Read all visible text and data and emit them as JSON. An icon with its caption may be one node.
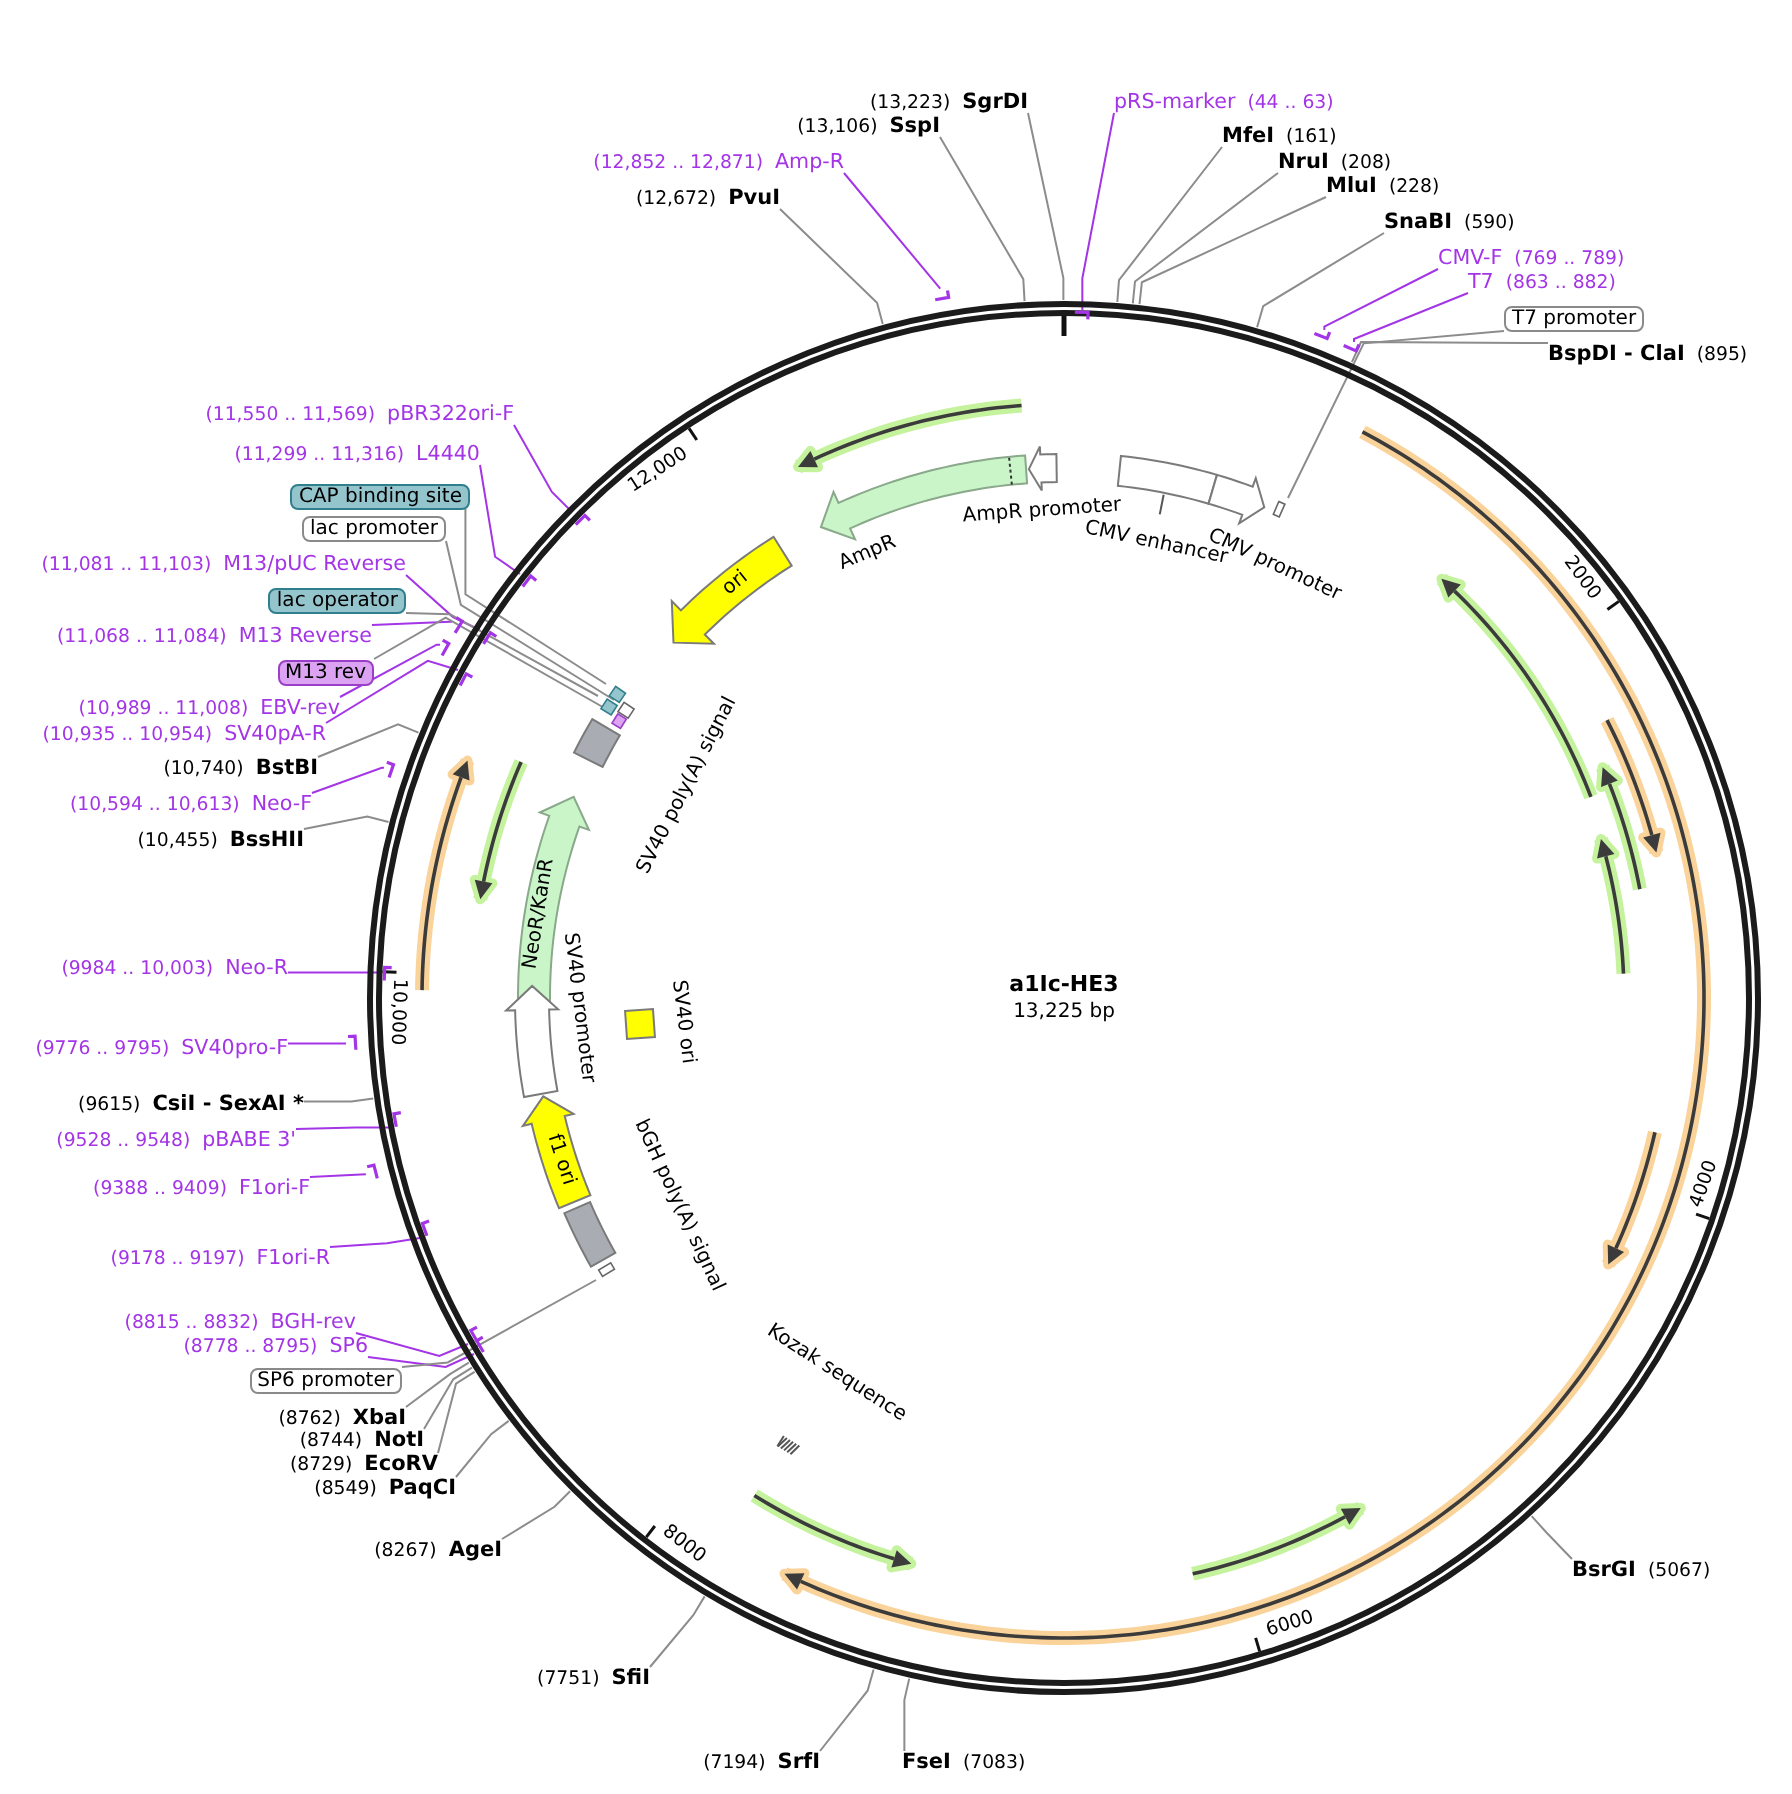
{
  "diagram": {
    "nodes": [
      {
        "text": [
          "a1Ic-HE3",
          "13,225 bp"
        ]
      },
      {
        "text": [
          "SgrDI"
        ],
        "beside": [
          "(13,223)"
        ]
      },
      {
        "text": [
          "pRS-marker"
        ],
        "beside": [
          "(44 .. 63)"
        ]
      },
      {
        "text": [
          "SspI"
        ],
        "beside": [
          "(13,106)"
        ]
      },
      {
        "text": [
          "MfeI"
        ],
        "beside": [
          "(161)"
        ]
      },
      {
        "text": [
          "Amp-R"
        ],
        "beside": [
          "(12,852 .. 12,871)"
        ]
      },
      {
        "text": [
          "NruI"
        ],
        "beside": [
          "(208)"
        ]
      },
      {
        "text": [
          "MluI"
        ],
        "beside": [
          "(228)"
        ]
      },
      {
        "text": [
          "PvuI"
        ],
        "beside": [
          "(12,672)"
        ]
      },
      {
        "text": [
          "SnaBI"
        ],
        "beside": [
          "(590)"
        ]
      },
      {
        "text": [
          "CMV-F"
        ],
        "beside": [
          "(769 .. 789)"
        ]
      },
      {
        "text": [
          "T7"
        ],
        "beside": [
          "(863 .. 882)"
        ]
      },
      {
        "text": [
          "T7 promoter"
        ]
      },
      {
        "text": [
          "BspDI - ClaI"
        ],
        "beside": [
          "(895)"
        ]
      },
      {
        "text": [
          "pBR322ori-F"
        ],
        "beside": [
          "(11,550 .. 11,569)"
        ]
      },
      {
        "text": [
          "L4440"
        ],
        "beside": [
          "(11,299 .. 11,316)"
        ]
      },
      {
        "text": [
          "CAP binding site"
        ]
      },
      {
        "text": [
          "lac promoter"
        ]
      },
      {
        "text": [
          "M13/pUC Reverse"
        ],
        "beside": [
          "(11,081 .. 11,103)"
        ]
      },
      {
        "text": [
          "lac operator"
        ]
      },
      {
        "text": [
          "M13 Reverse"
        ],
        "beside": [
          "(11,068 .. 11,084)"
        ]
      },
      {
        "text": [
          "M13 rev"
        ]
      },
      {
        "text": [
          "EBV-rev"
        ],
        "beside": [
          "(10,989 .. 11,008)"
        ]
      },
      {
        "text": [
          "SV40pA-R"
        ],
        "beside": [
          "(10,935 .. 10,954)"
        ]
      },
      {
        "text": [
          "BstBI"
        ],
        "beside": [
          "(10,740)"
        ]
      },
      {
        "text": [
          "Neo-F"
        ],
        "beside": [
          "(10,594 .. 10,613)"
        ]
      },
      {
        "text": [
          "BssHII"
        ],
        "beside": [
          "(10,455)"
        ]
      },
      {
        "text": [
          "Neo-R"
        ],
        "beside": [
          "(9984 .. 10,003)"
        ]
      },
      {
        "text": [
          "SV40pro-F"
        ],
        "beside": [
          "(9776 .. 9795)"
        ]
      },
      {
        "text": [
          "CsiI - SexAI *"
        ],
        "beside": [
          "(9615)"
        ]
      },
      {
        "text": [
          "pBABE 3'"
        ],
        "beside": [
          "(9528 .. 9548)"
        ]
      },
      {
        "text": [
          "F1ori-F"
        ],
        "beside": [
          "(9388 .. 9409)"
        ]
      },
      {
        "text": [
          "F1ori-R"
        ],
        "beside": [
          "(9178 .. 9197)"
        ]
      },
      {
        "text": [
          "BGH-rev"
        ],
        "beside": [
          "(8815 .. 8832)"
        ]
      },
      {
        "text": [
          "SP6"
        ],
        "beside": [
          "(8778 .. 8795)"
        ]
      },
      {
        "text": [
          "SP6 promoter"
        ]
      },
      {
        "text": [
          "XbaI"
        ],
        "beside": [
          "(8762)"
        ]
      },
      {
        "text": [
          "NotI"
        ],
        "beside": [
          "(8744)"
        ]
      },
      {
        "text": [
          "EcoRV"
        ],
        "beside": [
          "(8729)"
        ]
      },
      {
        "text": [
          "PaqCI"
        ],
        "beside": [
          "(8549)"
        ]
      },
      {
        "text": [
          "AgeI"
        ],
        "beside": [
          "(8267)"
        ]
      },
      {
        "text": [
          "BsrGI"
        ],
        "beside": [
          "(5067)"
        ]
      },
      {
        "text": [
          "SfiI"
        ],
        "beside": [
          "(7751)"
        ]
      },
      {
        "text": [
          "SrfI"
        ],
        "beside": [
          "(7194)"
        ]
      },
      {
        "text": [
          "FseI"
        ],
        "beside": [
          "(7083)"
        ]
      },
      {
        "text": [
          "AmpR promoter"
        ],
        "in": 0
      },
      {
        "text": [
          "CMV enhancer"
        ],
        "in": 0
      },
      {
        "text": [
          "AmpR"
        ],
        "in": 0
      },
      {
        "text": [
          "CMV promoter"
        ],
        "in": 0
      },
      {
        "text": [
          "ori"
        ],
        "in": 0
      },
      {
        "text": [
          "SV40 poly(A) signal"
        ],
        "in": 0
      },
      {
        "text": [
          "NeoR/KanR"
        ],
        "in": 0
      },
      {
        "text": [
          "SV40 promoter"
        ],
        "in": 0
      },
      {
        "text": [
          "SV40 ori"
        ],
        "in": 0
      },
      {
        "text": [
          "f1 ori"
        ],
        "in": 0
      },
      {
        "text": [
          "bGH poly(A) signal"
        ],
        "in": 0
      },
      {
        "text": [
          "Kozak sequence"
        ],
        "in": 0
      },
      {
        "text": [],
        "shape": "bar",
        "in": 0
      },
      {
        "text": [],
        "shape": "bar"
      },
      {
        "text": [],
        "shape": "bar"
      },
      {
        "text": [],
        "shape": "bar"
      },
      {
        "text": [],
        "shape": "bar",
        "in": 0
      },
      {
        "text": [],
        "shape": "bar",
        "in": 0
      },
      {
        "text": [],
        "shape": "bar",
        "in": 0
      },
      {
        "text": [],
        "shape": "bar"
      },
      {
        "text": [],
        "shape": "bar"
      },
      {
        "text": [],
        "shape": "bar",
        "in": 0
      },
      {
        "text": [],
        "shape": "bar"
      },
      {
        "text": [],
        "shape": "bar",
        "in": 0
      },
      {
        "text": [],
        "shape": "bar"
      },
      {
        "text": [],
        "shape": "bar",
        "in": 0
      },
      {
        "text": [],
        "shape": "bar"
      },
      {
        "text": [],
        "shape": "bar",
        "in": 0
      },
      {
        "text": [],
        "shape": "bar",
        "in": 0
      },
      {
        "text": [],
        "shape": "bar",
        "in": 0
      },
      {
        "text": [],
        "shape": "box",
        "in": 0
      },
      {
        "text": [],
        "shape": "box",
        "in": 0
      },
      {
        "text": [],
        "shape": "box",
        "in": 0
      },
      {
        "text": [],
        "shape": "box",
        "in": 0
      },
      {
        "text": [],
        "shape": "box",
        "in": 0
      },
      {
        "text": [],
        "shape": "box",
        "in": 0
      }
    ],
    "edges": [
      {
        "from": 1,
        "to": 0,
        "arrow": "none"
      },
      {
        "from": 2,
        "to": 57,
        "arrow": "none",
        "color": "#a335e6"
      },
      {
        "from": 3,
        "to": 0,
        "arrow": "none"
      },
      {
        "from": 4,
        "to": 0,
        "arrow": "none"
      },
      {
        "from": 5,
        "to": 58,
        "arrow": "none",
        "color": "#a335e6"
      },
      {
        "from": 6,
        "to": 0,
        "arrow": "none"
      },
      {
        "from": 7,
        "to": 0,
        "arrow": "none"
      },
      {
        "from": 8,
        "to": 0,
        "arrow": "none"
      },
      {
        "from": 9,
        "to": 0,
        "arrow": "none"
      },
      {
        "from": 10,
        "to": 59,
        "arrow": "none",
        "color": "#a335e6"
      },
      {
        "from": 11,
        "to": 60,
        "arrow": "none",
        "color": "#a335e6"
      },
      {
        "from": 12,
        "to": 75,
        "arrow": "none"
      },
      {
        "from": 13,
        "to": 0,
        "arrow": "none"
      },
      {
        "from": 14,
        "to": 61,
        "arrow": "none",
        "color": "#a335e6"
      },
      {
        "from": 15,
        "to": 62,
        "arrow": "none",
        "color": "#a335e6"
      },
      {
        "from": 16,
        "to": 76,
        "arrow": "none"
      },
      {
        "from": 17,
        "to": 77,
        "arrow": "none"
      },
      {
        "from": 18,
        "to": 63,
        "arrow": "none",
        "color": "#a335e6"
      },
      {
        "from": 19,
        "to": 78,
        "arrow": "none"
      },
      {
        "from": 20,
        "to": 64,
        "arrow": "none",
        "color": "#a335e6"
      },
      {
        "from": 21,
        "to": 79,
        "arrow": "none"
      },
      {
        "from": 22,
        "to": 65,
        "arrow": "none",
        "color": "#a335e6"
      },
      {
        "from": 23,
        "to": 66,
        "arrow": "none",
        "color": "#a335e6"
      },
      {
        "from": 24,
        "to": 0,
        "arrow": "none"
      },
      {
        "from": 25,
        "to": 67,
        "arrow": "none",
        "color": "#a335e6"
      },
      {
        "from": 26,
        "to": 0,
        "arrow": "none"
      },
      {
        "from": 27,
        "to": 68,
        "arrow": "none",
        "color": "#a335e6"
      },
      {
        "from": 28,
        "to": 69,
        "arrow": "none",
        "color": "#a335e6"
      },
      {
        "from": 29,
        "to": 0,
        "arrow": "none"
      },
      {
        "from": 30,
        "to": 70,
        "arrow": "none",
        "color": "#a335e6"
      },
      {
        "from": 31,
        "to": 71,
        "arrow": "none",
        "color": "#a335e6"
      },
      {
        "from": 32,
        "to": 72,
        "arrow": "none",
        "color": "#a335e6"
      },
      {
        "from": 33,
        "to": 73,
        "arrow": "none",
        "color": "#a335e6"
      },
      {
        "from": 34,
        "to": 74,
        "arrow": "none",
        "color": "#a335e6"
      },
      {
        "from": 35,
        "to": 80,
        "arrow": "none"
      },
      {
        "from": 36,
        "to": 0,
        "arrow": "none"
      },
      {
        "from": 37,
        "to": 0,
        "arrow": "none"
      },
      {
        "from": 38,
        "to": 0,
        "arrow": "none"
      },
      {
        "from": 39,
        "to": 0,
        "arrow": "none"
      },
      {
        "from": 40,
        "to": 0,
        "arrow": "none"
      },
      {
        "from": 41,
        "to": 0,
        "arrow": "none"
      },
      {
        "from": 42,
        "to": 0,
        "arrow": "none"
      },
      {
        "from": 43,
        "to": 0,
        "arrow": "none"
      },
      {
        "from": 44,
        "to": 0,
        "arrow": "none"
      }
    ],
    "labels": [
      "12,000",
      "2000",
      "10,000",
      "4000",
      "8000",
      "6000"
    ]
  }
}
